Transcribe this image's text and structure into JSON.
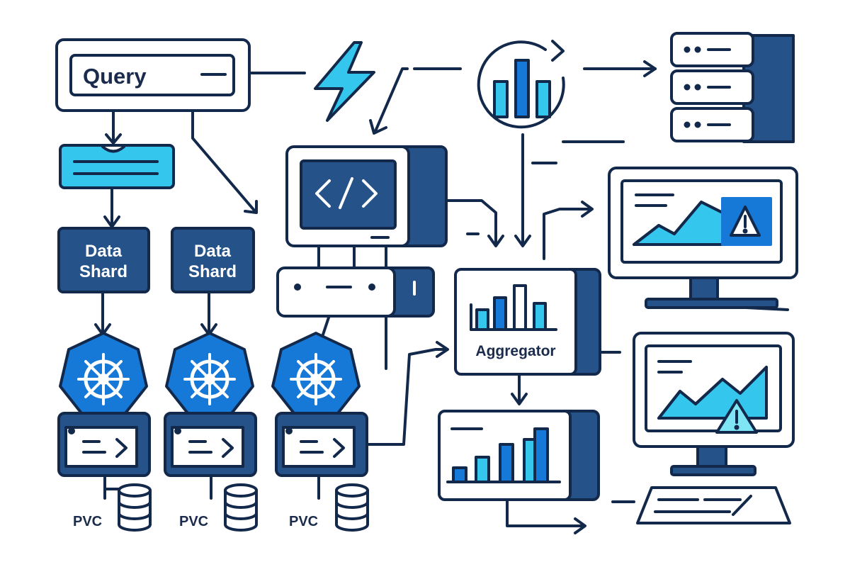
{
  "labels": {
    "query": "Query",
    "data_shard": [
      "Data",
      "Shard"
    ],
    "aggregator": "Aggregator",
    "pvc": "PVC"
  },
  "colors": {
    "navy": "#13294b",
    "dark_blue": "#26528a",
    "blue": "#1679d8",
    "cyan": "#35c6ee",
    "light_cyan": "#7fe5f5",
    "white": "#ffffff"
  },
  "icons": [
    "lightning-bolt-icon",
    "refresh-chart-icon",
    "server-rack-icon",
    "code-terminal-icon",
    "kubernetes-helm-icon",
    "database-icon",
    "warning-icon",
    "bar-chart-icon",
    "keyboard-icon"
  ]
}
